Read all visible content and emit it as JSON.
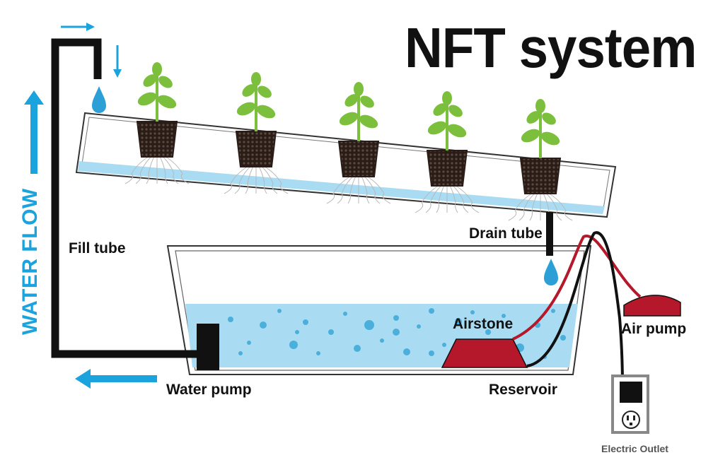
{
  "title": "NFT system",
  "labels": {
    "fill_tube": "Fill tube",
    "drain_tube": "Drain tube",
    "airstone": "Airstone",
    "air_pump": "Air pump",
    "water_pump": "Water pump",
    "reservoir": "Reservoir",
    "electric_outlet": "Electric Outlet",
    "water_flow": "WATER FLOW"
  },
  "colors": {
    "water": "#a9dcf2",
    "flow_arrow": "#1aa3dc",
    "pump_red": "#b5182b",
    "pipe": "#111111",
    "leaf": "#7cbf3c",
    "pot": "#2a1d17"
  },
  "plants": 5
}
